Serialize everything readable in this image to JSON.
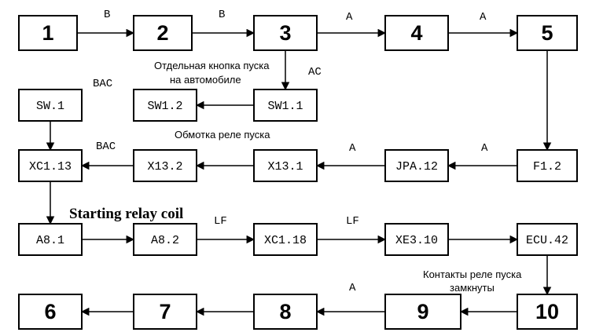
{
  "nodes": {
    "n1": "1",
    "n2": "2",
    "n3": "3",
    "n4": "4",
    "n5": "5",
    "sw1": "SW.1",
    "sw12": "SW1.2",
    "sw11": "SW1.1",
    "xc113": "XC1.13",
    "x132": "X13.2",
    "x131": "X13.1",
    "jpa12": "JPA.12",
    "f12": "F1.2",
    "a81": "A8.1",
    "a82": "A8.2",
    "xc118": "XC1.18",
    "xe310": "XE3.10",
    "ecu42": "ECU.42",
    "n6": "6",
    "n7": "7",
    "n8": "8",
    "n9": "9",
    "n10": "10"
  },
  "edge_labels": {
    "e1_2": "B",
    "e2_3": "B",
    "e3_4": "A",
    "e4_5": "A",
    "e3_sw11": "AC",
    "e_sw1": "BAC",
    "e_xc113": "BAC",
    "e_jpa": "A",
    "e_f12": "A",
    "e_a82": "LF",
    "e_xe310": "LF",
    "e_9": "A"
  },
  "annotations": {
    "start_button_line1": "Отдельная кнопка пуска",
    "start_button_line2": "на автомобиле",
    "relay_coil_ru": "Обмотка реле пуска",
    "relay_coil_en": "Starting relay coil",
    "relay_contacts_line1": "Контакты реле пуска",
    "relay_contacts_line2": "замкнуты"
  }
}
